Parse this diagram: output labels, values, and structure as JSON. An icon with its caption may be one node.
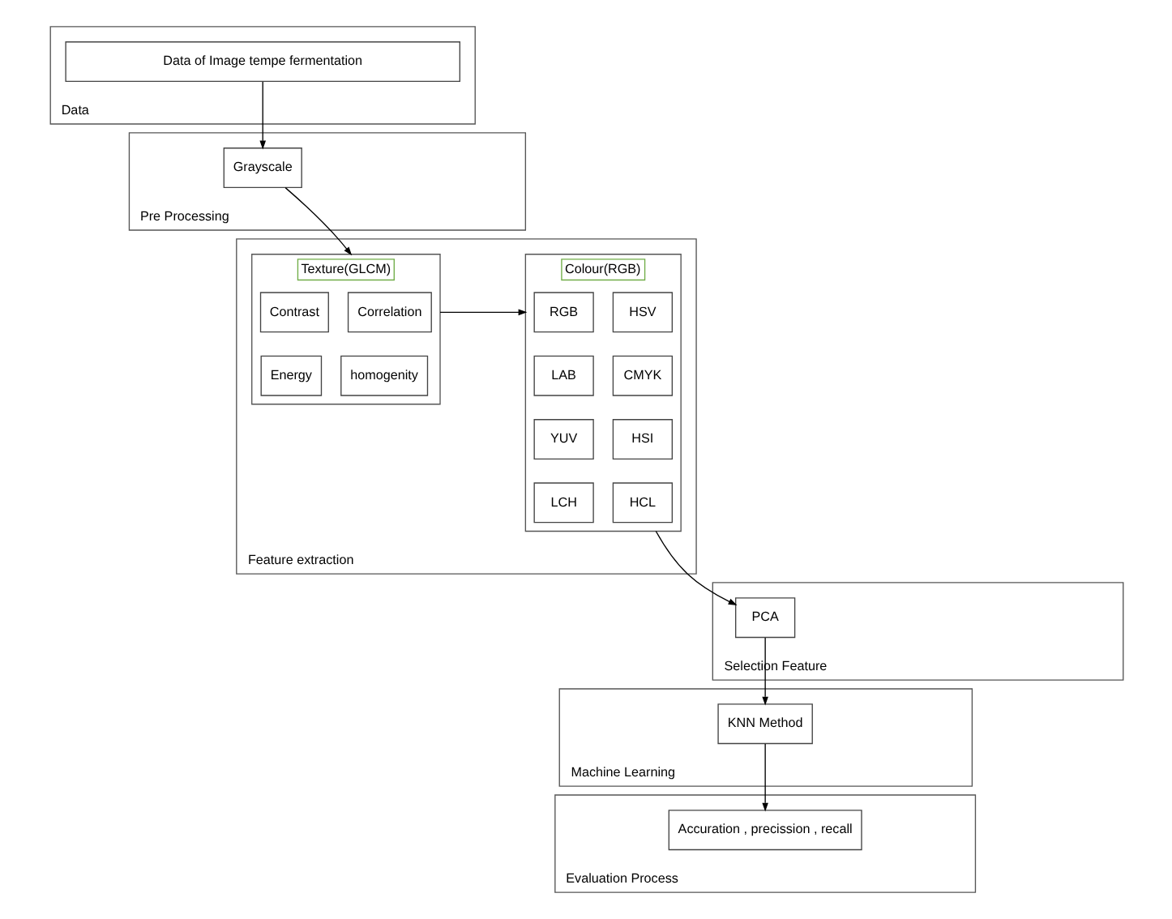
{
  "diagram": {
    "nodes": [
      {
        "text": [
          "Data"
        ]
      },
      {
        "text": [
          "Data of Image tempe fermentation"
        ],
        "in": 0
      },
      {
        "text": [
          "Pre Processing"
        ]
      },
      {
        "text": [
          "Grayscale"
        ],
        "in": 2
      },
      {
        "text": [
          "Feature extraction"
        ]
      },
      {
        "text": [
          "Texture(GLCM)"
        ],
        "in": 4
      },
      {
        "text": [
          "Contrast"
        ],
        "in": 5
      },
      {
        "text": [
          "Correlation"
        ],
        "in": 5
      },
      {
        "text": [
          "Energy"
        ],
        "in": 5
      },
      {
        "text": [
          "homogenity"
        ],
        "in": 5
      },
      {
        "text": [
          "Colour(RGB)"
        ],
        "in": 4
      },
      {
        "text": [
          "RGB"
        ],
        "in": 10
      },
      {
        "text": [
          "HSV"
        ],
        "in": 10
      },
      {
        "text": [
          "LAB"
        ],
        "in": 10
      },
      {
        "text": [
          "CMYK"
        ],
        "in": 10
      },
      {
        "text": [
          "YUV"
        ],
        "in": 10
      },
      {
        "text": [
          "HSI"
        ],
        "in": 10
      },
      {
        "text": [
          "LCH"
        ],
        "in": 10
      },
      {
        "text": [
          "HCL"
        ],
        "in": 10
      },
      {
        "text": [
          "Selection Feature"
        ]
      },
      {
        "text": [
          "PCA"
        ],
        "in": 19
      },
      {
        "text": [
          "Machine Learning"
        ]
      },
      {
        "text": [
          "KNN Method"
        ],
        "in": 21
      },
      {
        "text": [
          "Evaluation Process"
        ]
      },
      {
        "text": [
          "Accuration , precission , recall"
        ],
        "in": 23
      }
    ],
    "edges": [
      {
        "from": 1,
        "to": 3,
        "arrow": "to"
      },
      {
        "from": 3,
        "to": 5,
        "arrow": "to"
      },
      {
        "from": 5,
        "to": 10,
        "arrow": "to"
      },
      {
        "from": 10,
        "to": 20,
        "arrow": "to"
      },
      {
        "from": 20,
        "to": 22,
        "arrow": "to"
      },
      {
        "from": 22,
        "to": 24,
        "arrow": "to"
      }
    ]
  }
}
